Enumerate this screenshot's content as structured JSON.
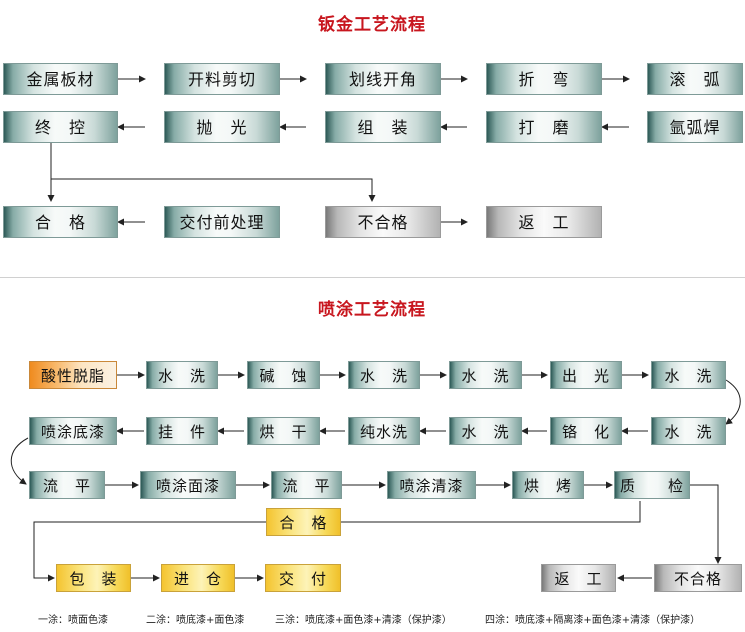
{
  "sheetmetal": {
    "title": "钣金工艺流程",
    "row1": [
      "金属板材",
      "开料剪切",
      "划线开角",
      "折　弯",
      "滚　弧"
    ],
    "row2": [
      "终　控",
      "抛　光",
      "组　装",
      "打　磨",
      "氩弧焊"
    ],
    "row3": [
      "合　格",
      "交付前处理",
      "不合格",
      "返　工"
    ]
  },
  "painting": {
    "title": "喷涂工艺流程",
    "row1": [
      "酸性脱脂",
      "水　洗",
      "碱　蚀",
      "水　洗",
      "水　洗",
      "出　光",
      "水　洗"
    ],
    "row2": [
      "喷涂底漆",
      "挂　件",
      "烘　干",
      "纯水洗",
      "水　洗",
      "铬　化",
      "水　洗"
    ],
    "row3": [
      "流　平",
      "喷涂面漆",
      "流　平",
      "喷涂清漆",
      "烘　烤",
      "质　　检"
    ],
    "pass": "合　格",
    "final": [
      "包　装",
      "进　仓",
      "交　付"
    ],
    "rework": "返　工",
    "fail": "不合格"
  },
  "notes": [
    "一涂：喷面色漆",
    "二涂：喷底漆+面色漆",
    "三涂：喷底漆+面色漆+清漆（保护漆）",
    "四涂：喷底漆+隔离漆+面色漆+清漆（保护漆）"
  ],
  "colors": {
    "title": "#c8161e",
    "teal": "#6e9793",
    "yellow": "#f4c430",
    "orange": "#ef8b1f",
    "gray": "#b8b8b8"
  }
}
